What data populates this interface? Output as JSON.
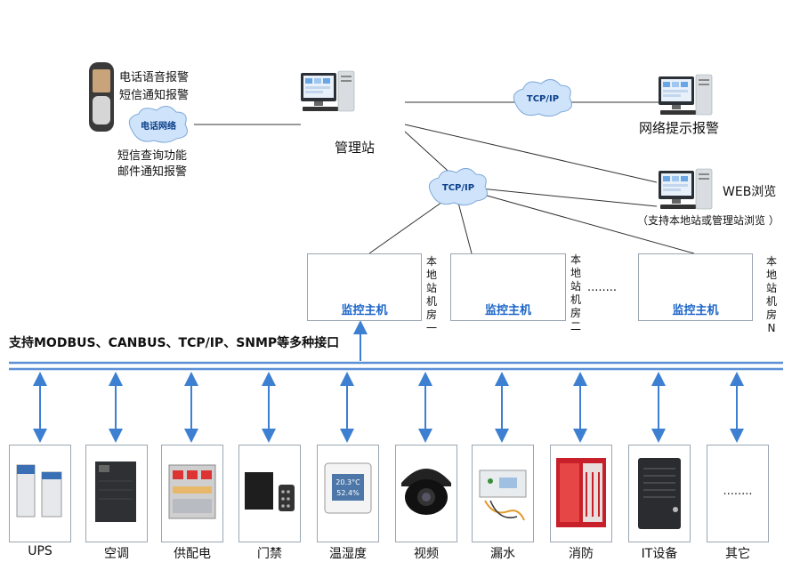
{
  "phone": {
    "line1": "电话语音报警",
    "line2": "短信通知报警",
    "cloud": "电话网络",
    "line3": "短信查询功能",
    "line4": "邮件通知报警"
  },
  "manager": {
    "label": "管理站"
  },
  "clouds": {
    "top": "TCP/IP",
    "mid": "TCP/IP"
  },
  "network_alarm": {
    "label": "网络提示报警"
  },
  "web": {
    "label": "WEB浏览",
    "note": "（支持本地站或管理站浏览 ）"
  },
  "stations": [
    {
      "name": "监控主机",
      "room": "本地站机房一"
    },
    {
      "name": "监控主机",
      "room": "本地站机房二"
    },
    {
      "name": "监控主机",
      "room": "本地站机房N"
    }
  ],
  "station_ellipsis": "........",
  "interface_text": "支持MODBUS、CANBUS、TCP/IP、SNMP等多种接口",
  "devices": [
    {
      "label": "UPS",
      "icon": "ups-icon"
    },
    {
      "label": "空调",
      "icon": "air-conditioner-icon"
    },
    {
      "label": "供配电",
      "icon": "power-distribution-icon"
    },
    {
      "label": "门禁",
      "icon": "access-control-icon"
    },
    {
      "label": "温湿度",
      "icon": "temp-humidity-icon",
      "readout1": "20.3°C",
      "readout2": "52.4%"
    },
    {
      "label": "视频",
      "icon": "camera-icon"
    },
    {
      "label": "漏水",
      "icon": "water-leak-icon"
    },
    {
      "label": "消防",
      "icon": "fire-cabinet-icon"
    },
    {
      "label": "IT设备",
      "icon": "server-icon"
    },
    {
      "label": "其它",
      "icon": "other-icon",
      "ellipsis": "........"
    }
  ],
  "colors": {
    "bus": "#5b8fd6",
    "arrow": "#3d7fd1",
    "station_text": "#1a64c8",
    "cloud": "#cfe4fb"
  }
}
